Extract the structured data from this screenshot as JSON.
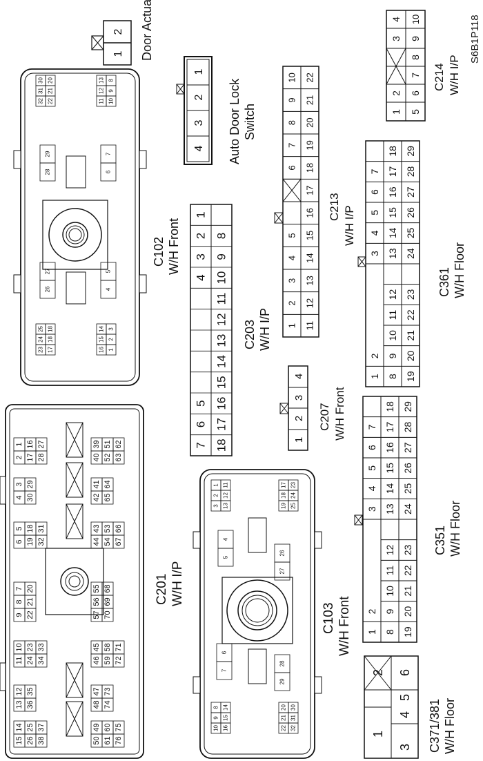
{
  "figure_id": "S6B1P118",
  "connectors": {
    "door_actuator": {
      "label": "Door Actuator",
      "pins": [
        "1",
        "2"
      ]
    },
    "auto_door_lock": {
      "label_line1": "Auto Door Lock",
      "label_line2": "Switch",
      "pins": [
        "1",
        "2",
        "3",
        "4"
      ]
    },
    "c214": {
      "label_line1": "C214",
      "label_line2": "W/H I/P",
      "row_a": [
        "1",
        "2",
        "",
        "3",
        "4"
      ],
      "row_b": [
        "5",
        "6",
        "7",
        "8",
        "9",
        "10"
      ]
    },
    "c102": {
      "label_line1": "C102",
      "label_line2": "W/H Front",
      "blocks": [
        {
          "r1": [
            "30",
            "31",
            "32"
          ],
          "r2": [
            "20",
            "21",
            "22"
          ]
        },
        {
          "r1": [
            "13",
            "12",
            "11"
          ],
          "r2": [
            "8",
            "9",
            "10"
          ]
        },
        {
          "r1": [
            "28",
            "29"
          ],
          "r2": []
        },
        {
          "r1": [
            "6",
            "7"
          ],
          "r2": []
        },
        {
          "r1": [
            "26",
            "27"
          ],
          "r2": []
        },
        {
          "r1": [
            "4",
            "5"
          ],
          "r2": []
        },
        {
          "r1": [
            "23",
            "24",
            "25"
          ],
          "r2": [
            "17",
            "18",
            "18"
          ]
        },
        {
          "r1": [
            "16",
            "15",
            "14"
          ],
          "r2": [
            "1",
            "2",
            "3"
          ]
        }
      ]
    },
    "c213": {
      "label_line1": "C213",
      "label_line2": "W/H I/P",
      "row_a": [
        "1",
        "2",
        "3",
        "4",
        "5",
        "",
        "6",
        "7",
        "8",
        "9",
        "10"
      ],
      "row_b": [
        "11",
        "12",
        "13",
        "14",
        "15",
        "16",
        "17",
        "18",
        "19",
        "20",
        "21",
        "22"
      ]
    },
    "c361": {
      "label_line1": "C361",
      "label_line2": "W/H Floor",
      "row_a": [
        "1",
        "2",
        "",
        "",
        "",
        "3",
        "4",
        "5",
        "6",
        "7"
      ],
      "row_b": [
        "8",
        "9",
        "10",
        "11",
        "12",
        "",
        "13",
        "14",
        "15",
        "16",
        "17",
        "18"
      ],
      "row_c": [
        "19",
        "20",
        "21",
        "22",
        "23",
        "",
        "24",
        "25",
        "26",
        "27",
        "28",
        "29"
      ]
    },
    "c203": {
      "label_line1": "C203",
      "label_line2": "W/H I/P",
      "row_a": [
        "7",
        "6",
        "5",
        "",
        "",
        "",
        "",
        "",
        "4",
        "3",
        "2",
        "1"
      ],
      "row_b": [
        "18",
        "17",
        "16",
        "15",
        "14",
        "13",
        "12",
        "11",
        "10",
        "9",
        "8"
      ]
    },
    "c207": {
      "label_line1": "C207",
      "label_line2": "W/H Front",
      "pins": [
        "1",
        "2",
        "3",
        "4"
      ]
    },
    "c201": {
      "label_line1": "C201",
      "label_line2": "W/H I/P",
      "left_blocks": [
        {
          "r1": [
            "15",
            "14"
          ],
          "r2": [
            "26",
            "25"
          ],
          "r3": [
            "38",
            "37"
          ]
        },
        {
          "r1": [
            "13",
            "12"
          ],
          "r2": [
            "36",
            "35"
          ],
          "r3": []
        },
        {
          "r1": [
            "11",
            "10"
          ],
          "r2": [
            "24",
            "23"
          ],
          "r3": [
            "34",
            "33"
          ]
        },
        {
          "r1": [
            "9",
            "8",
            "7"
          ],
          "r2": [
            "22",
            "21",
            "20"
          ],
          "r3": []
        },
        {
          "r1": [
            "6",
            "5"
          ],
          "r2": [
            "19",
            "18"
          ],
          "r3": [
            "32",
            "31"
          ]
        },
        {
          "r1": [
            "4",
            "3"
          ],
          "r2": [
            "30",
            "29"
          ],
          "r3": []
        },
        {
          "r1": [
            "2",
            "1"
          ],
          "r2": [
            "17",
            "16"
          ],
          "r3": [
            "28",
            "27"
          ]
        }
      ],
      "right_blocks": [
        {
          "r1": [
            "50",
            "49"
          ],
          "r2": [
            "61",
            "60"
          ],
          "r3": [
            "76",
            "75"
          ]
        },
        {
          "r1": [
            "48",
            "47"
          ],
          "r2": [
            "74",
            "73"
          ],
          "r3": []
        },
        {
          "r1": [
            "46",
            "45"
          ],
          "r2": [
            "59",
            "58"
          ],
          "r3": [
            "72",
            "71"
          ]
        },
        {
          "r1": [
            "57",
            "56",
            "55"
          ],
          "r2": [
            "70",
            "69",
            "68"
          ],
          "r3": []
        },
        {
          "r1": [
            "44",
            "43"
          ],
          "r2": [
            "54",
            "53"
          ],
          "r3": [
            "67",
            "66"
          ]
        },
        {
          "r1": [
            "42",
            "41"
          ],
          "r2": [
            "65",
            "64"
          ],
          "r3": []
        },
        {
          "r1": [
            "40",
            "39"
          ],
          "r2": [
            "52",
            "51"
          ],
          "r3": [
            "63",
            "62"
          ]
        }
      ]
    },
    "c103": {
      "label_line1": "C103",
      "label_line2": "W/H Front",
      "blocks": [
        {
          "r1": [
            "10",
            "9",
            "8"
          ],
          "r2": [
            "16",
            "15",
            "14"
          ]
        },
        {
          "r1": [
            "22",
            "21",
            "20"
          ],
          "r2": [
            "32",
            "31",
            "30"
          ]
        },
        {
          "r1": [
            "7",
            "6"
          ],
          "r2": []
        },
        {
          "r1": [
            "29",
            "28"
          ],
          "r2": []
        },
        {
          "r1": [
            "5",
            "4"
          ],
          "r2": []
        },
        {
          "r1": [
            "27",
            "26"
          ],
          "r2": []
        },
        {
          "r1": [
            "3",
            "2",
            "1"
          ],
          "r2": [
            "13",
            "12",
            "11"
          ]
        },
        {
          "r1": [
            "19",
            "18",
            "17"
          ],
          "r2": [
            "25",
            "24",
            "23"
          ]
        }
      ]
    },
    "c351": {
      "label_line1": "C351",
      "label_line2": "W/H Floor",
      "row_a": [
        "1",
        "2",
        "",
        "",
        "",
        "3",
        "4",
        "5",
        "6",
        "7"
      ],
      "row_b": [
        "8",
        "9",
        "10",
        "11",
        "12",
        "",
        "13",
        "14",
        "15",
        "16",
        "17",
        "18"
      ],
      "row_c": [
        "19",
        "20",
        "21",
        "22",
        "23",
        "",
        "24",
        "25",
        "26",
        "27",
        "28",
        "29"
      ]
    },
    "c371": {
      "label_line1": "C371/381",
      "label_line2": "W/H Floor",
      "row_a": [
        "1",
        "",
        "2"
      ],
      "row_b": [
        "3",
        "4",
        "5",
        "6"
      ]
    }
  }
}
